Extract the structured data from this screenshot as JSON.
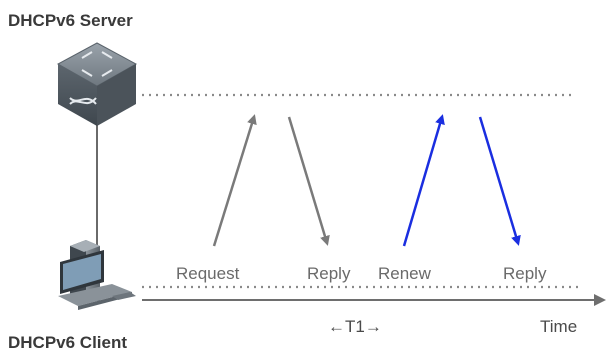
{
  "server_title": "DHCPv6 Server",
  "client_title": "DHCPv6 Client",
  "messages": {
    "request": "Request",
    "reply_1": "Reply",
    "renew": "Renew",
    "reply_2": "Reply"
  },
  "axis": {
    "time": "Time",
    "interval": "←T1→"
  },
  "colors": {
    "initial_exchange": "#7a7a7a",
    "renew_exchange": "#1a2ee0",
    "timeline": "#6e6e6e",
    "dotted_line": "#8a8a8a"
  },
  "icons": {
    "server": "switch-icon",
    "client": "desktop-pc-icon"
  }
}
